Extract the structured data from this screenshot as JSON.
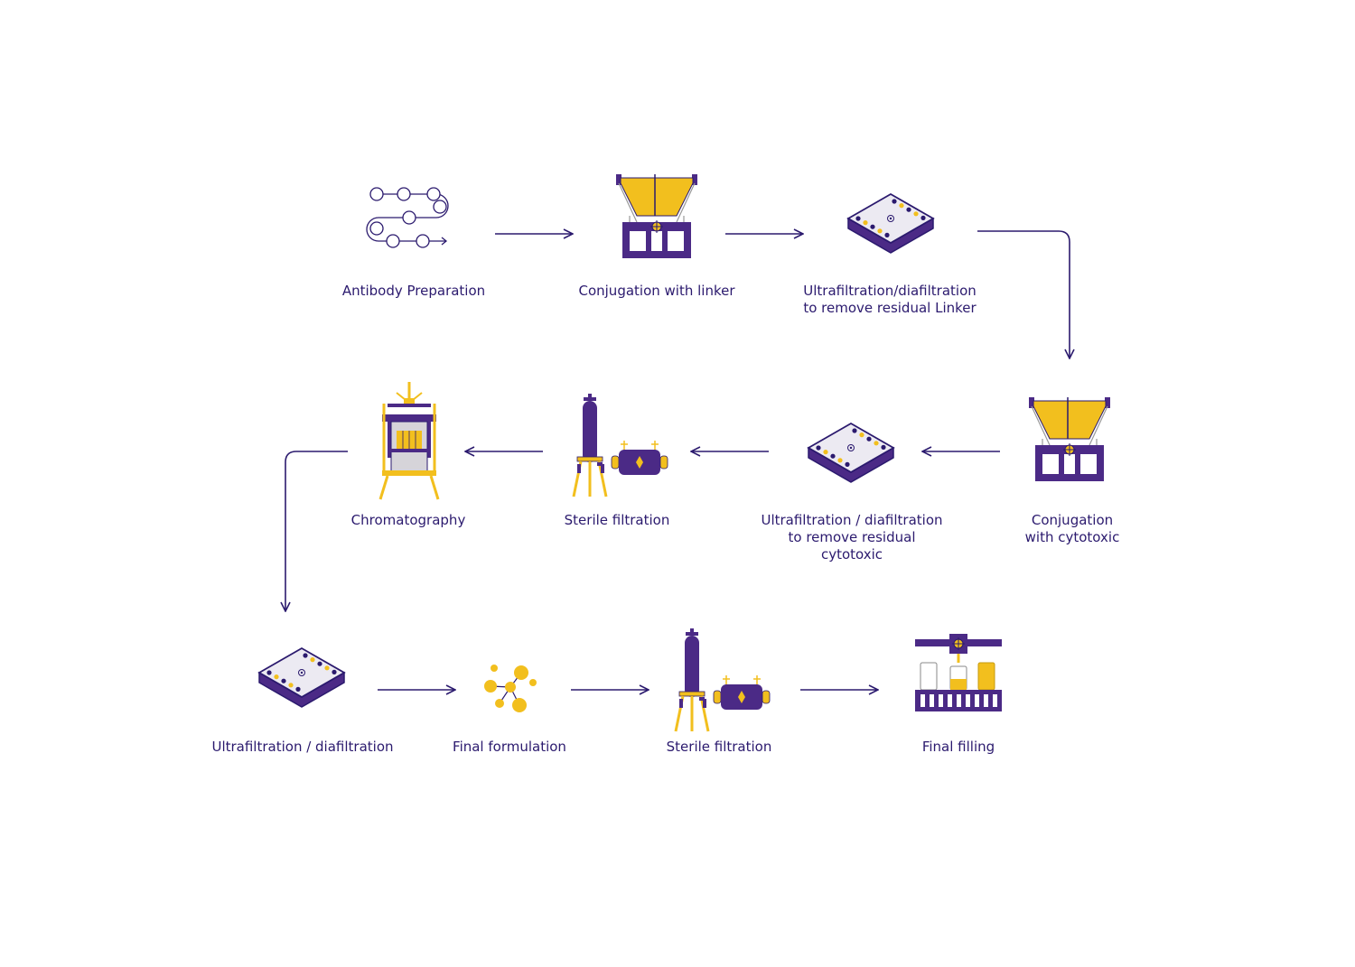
{
  "colors": {
    "navy": "#2b1a6e",
    "purple": "#4b2a86",
    "yellow": "#f2bf1e",
    "light": "#eceaf2",
    "white": "#ffffff"
  },
  "steps": [
    {
      "id": "s1",
      "label": "Antibody Preparation",
      "icon": "antibody-path-icon"
    },
    {
      "id": "s2",
      "label": "Conjugation with linker",
      "icon": "conjugation-reactor-icon"
    },
    {
      "id": "s3",
      "label": "Ultrafiltration/diafiltration\nto remove residual Linker",
      "icon": "filtration-cassette-icon"
    },
    {
      "id": "s4",
      "label": "Conjugation\nwith cytotoxic",
      "icon": "conjugation-reactor-icon"
    },
    {
      "id": "s5",
      "label": "Ultrafiltration / diafiltration\nto remove residual\ncytotoxic",
      "icon": "filtration-cassette-icon"
    },
    {
      "id": "s6",
      "label": "Sterile filtration",
      "icon": "sterile-filter-icon"
    },
    {
      "id": "s7",
      "label": "Chromatography",
      "icon": "chromatography-column-icon"
    },
    {
      "id": "s8",
      "label": "Ultrafiltration / diafiltration",
      "icon": "filtration-cassette-icon"
    },
    {
      "id": "s9",
      "label": "Final formulation",
      "icon": "molecule-icon"
    },
    {
      "id": "s10",
      "label": "Sterile filtration",
      "icon": "sterile-filter-icon"
    },
    {
      "id": "s11",
      "label": "Final filling",
      "icon": "filling-machine-icon"
    }
  ]
}
